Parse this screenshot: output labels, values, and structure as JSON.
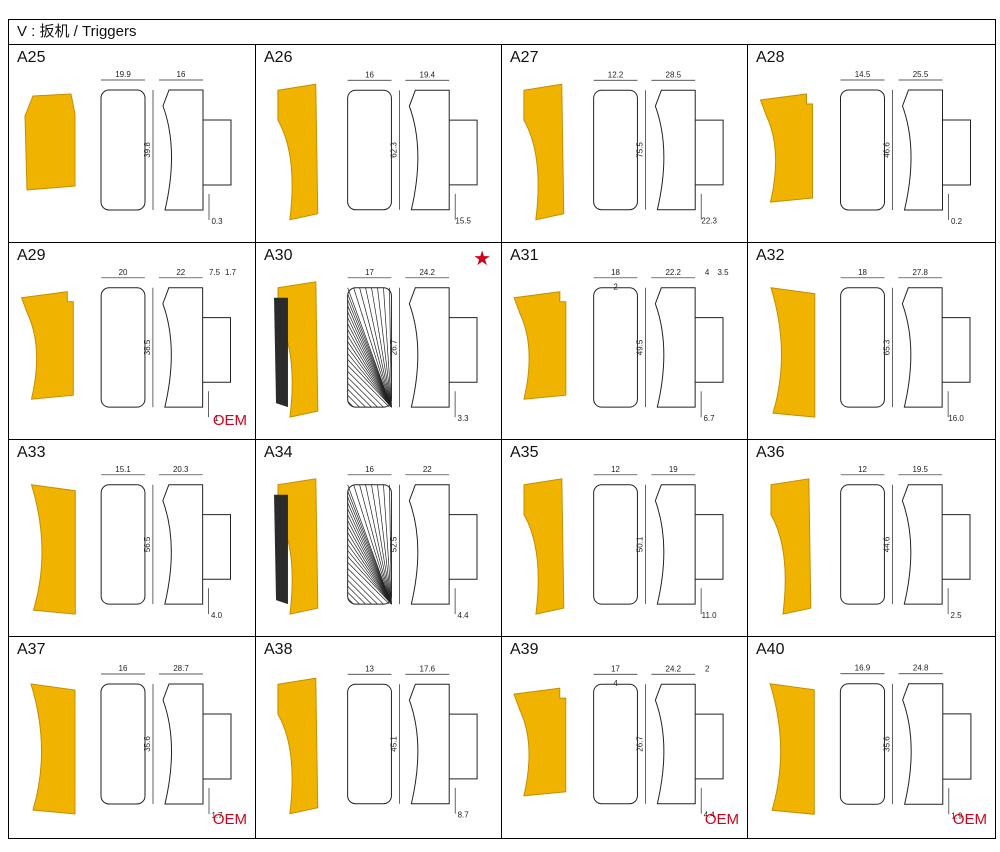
{
  "header": {
    "title": "V : 扳机 / Triggers"
  },
  "colors": {
    "trigger_gold": "#f0b400",
    "trigger_dark": "#2b2b2b",
    "oem_red": "#d0021b"
  },
  "cells": [
    {
      "code": "A25",
      "width": "19.9",
      "depth": "16",
      "height": "39.8",
      "offset": "0.3",
      "style": "stepped",
      "dark": false
    },
    {
      "code": "A26",
      "width": "16",
      "depth": "19.4",
      "height": "62.3",
      "offset": "15.5",
      "style": "tall",
      "dark": false
    },
    {
      "code": "A27",
      "width": "12.2",
      "depth": "28.5",
      "height": "75.5",
      "offset": "22.3",
      "style": "tall",
      "dark": false
    },
    {
      "code": "A28",
      "width": "14.5",
      "depth": "25.5",
      "height": "46.6",
      "offset": "0.2",
      "style": "hook",
      "dark": false
    },
    {
      "code": "A29",
      "width": "20",
      "depth": "22",
      "depth2": "7.5",
      "depth3": "1.7",
      "height": "38.5",
      "offset": "1",
      "style": "hook",
      "dark": false,
      "badge": "OEM"
    },
    {
      "code": "A30",
      "width": "17",
      "depth": "24.2",
      "height": "26.7",
      "offset": "3.3",
      "style": "hatched",
      "dark": true,
      "star": "★"
    },
    {
      "code": "A31",
      "width": "18",
      "width2": "2",
      "depth": "22.2",
      "depth2": "4",
      "depth3": "3.5",
      "height": "49.5",
      "offset": "6.7",
      "style": "hook",
      "dark": false
    },
    {
      "code": "A32",
      "width": "18",
      "depth": "27.8",
      "height": "65.3",
      "offset": "16.0",
      "style": "curve",
      "dark": false
    },
    {
      "code": "A33",
      "width": "15.1",
      "depth": "20.3",
      "height": "56.5",
      "offset": "4.0",
      "style": "curve",
      "dark": false
    },
    {
      "code": "A34",
      "width": "16",
      "depth": "22",
      "height": "52.5",
      "offset": "4.4",
      "style": "hatched",
      "dark": true
    },
    {
      "code": "A35",
      "width": "12",
      "depth": "19",
      "height": "50.1",
      "offset": "11.0",
      "style": "tall",
      "dark": false
    },
    {
      "code": "A36",
      "width": "12",
      "depth": "19.5",
      "height": "44.6",
      "offset": "2.5",
      "style": "tall",
      "dark": false
    },
    {
      "code": "A37",
      "width": "16",
      "depth": "28.7",
      "height": "35.6",
      "offset": "1.7",
      "style": "curve",
      "dark": false,
      "badge": "OEM"
    },
    {
      "code": "A38",
      "width": "13",
      "depth": "17.6",
      "height": "45.1",
      "offset": "8.7",
      "style": "tall",
      "dark": false
    },
    {
      "code": "A39",
      "width": "17",
      "width2": "4",
      "depth": "24.2",
      "depth2": "2",
      "height": "26.7",
      "offset": "4.4",
      "style": "hook",
      "dark": false,
      "badge": "OEM"
    },
    {
      "code": "A40",
      "width": "16.9",
      "depth": "24.8",
      "height": "35.6",
      "offset": "1.9",
      "style": "curve",
      "dark": false,
      "badge": "OEM"
    }
  ]
}
